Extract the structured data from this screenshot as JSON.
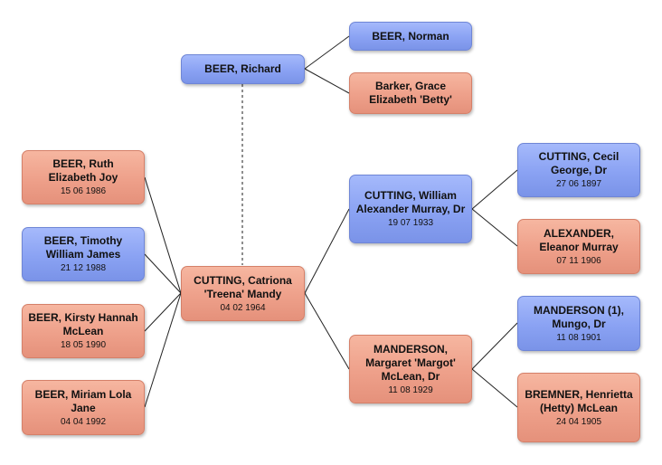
{
  "people": {
    "norman": {
      "name": "BEER, Norman",
      "date": "",
      "sex": "male"
    },
    "grace": {
      "name": "Barker, Grace Elizabeth 'Betty'",
      "date": "",
      "sex": "female"
    },
    "richard": {
      "name": "BEER, Richard",
      "date": "",
      "sex": "male"
    },
    "ruth": {
      "name": "BEER, Ruth Elizabeth Joy",
      "date": "15 06 1986",
      "sex": "female"
    },
    "timothy": {
      "name": "BEER, Timothy William James",
      "date": "21 12 1988",
      "sex": "male"
    },
    "kirsty": {
      "name": "BEER, Kirsty Hannah McLean",
      "date": "18 05 1990",
      "sex": "female"
    },
    "miriam": {
      "name": "BEER, Miriam Lola Jane",
      "date": "04 04 1992",
      "sex": "female"
    },
    "catriona": {
      "name": "CUTTING, Catriona 'Treena' Mandy",
      "date": "04 02 1964",
      "sex": "female"
    },
    "william": {
      "name": "CUTTING, William Alexander Murray, Dr",
      "date": "19 07 1933",
      "sex": "male"
    },
    "margaret": {
      "name": "MANDERSON, Margaret 'Margot' McLean, Dr",
      "date": "11 08 1929",
      "sex": "female"
    },
    "cecil": {
      "name": "CUTTING, Cecil George, Dr",
      "date": "27 06 1897",
      "sex": "male"
    },
    "eleanor": {
      "name": "ALEXANDER, Eleanor Murray",
      "date": "07 11 1906",
      "sex": "female"
    },
    "mungo": {
      "name": "MANDERSON (1), Mungo, Dr",
      "date": "11 08 1901",
      "sex": "male"
    },
    "henrietta": {
      "name": "BREMNER, Henrietta (Hetty) McLean",
      "date": "24 04 1905",
      "sex": "female"
    }
  },
  "colors": {
    "male": "#8aa2f3",
    "female": "#eea08a",
    "connector": "#222222"
  }
}
